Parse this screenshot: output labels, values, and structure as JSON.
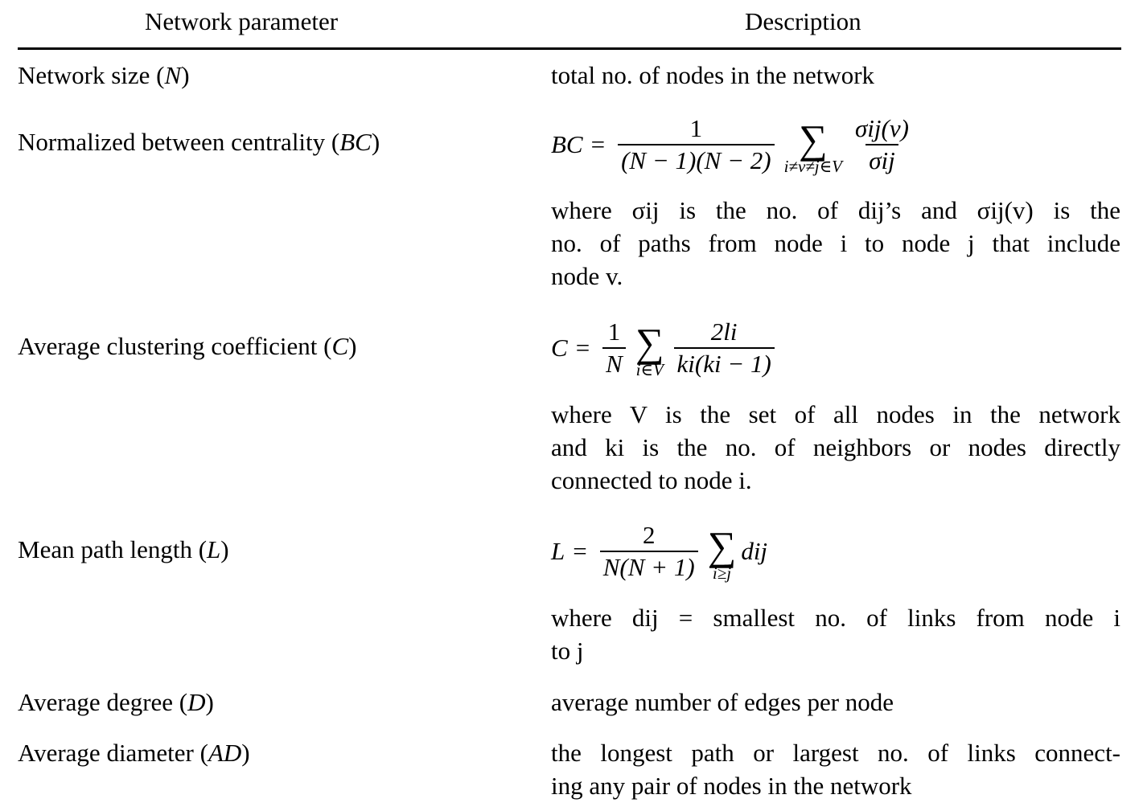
{
  "header": {
    "col1": "Network parameter",
    "col2": "Description"
  },
  "rows": {
    "size": {
      "name": "Network size (",
      "sym": "N",
      "close": ")",
      "desc": "total no. of nodes in the network"
    },
    "bc": {
      "name": "Normalized between centrality (",
      "sym": "BC",
      "close": ")",
      "lhs": "BC",
      "eq": "=",
      "num": "1",
      "den": "(N − 1)(N − 2)",
      "sum_lim": "i≠v≠j∈V",
      "sum": "∑",
      "fnum": "σij(v)",
      "fden": "σij",
      "where": [
        "where σij is the no. of dij’s and σij(v) is the",
        "no. of paths from node i to node j that include",
        "node v."
      ]
    },
    "cc": {
      "name": "Average clustering coefficient (",
      "sym": "C",
      "close": ")",
      "lhs": "C",
      "eq": "=",
      "num": "1",
      "den": "N",
      "sum_lim": "i∈V",
      "sum": "∑",
      "fnum": "2li",
      "fden": "ki(ki − 1)",
      "where": [
        "where V is the set of all nodes in the network",
        "and ki is the no. of neighbors or nodes directly",
        "connected to node i."
      ]
    },
    "mpl": {
      "name": "Mean path length (",
      "sym": "L",
      "close": ")",
      "lhs": "L",
      "eq": "=",
      "num": "2",
      "den": "N(N + 1)",
      "sum_lim": "i≥j",
      "sum": "∑",
      "term": "dij",
      "where": [
        "where dij = smallest no. of links from node i",
        "to j"
      ]
    },
    "deg": {
      "name": "Average degree (",
      "sym": "D",
      "close": ")",
      "desc": "average number of edges per node"
    },
    "diam": {
      "name": "Average diameter (",
      "sym": "AD",
      "close": ")",
      "desc": [
        "the longest path or largest no. of links connect-",
        "ing any pair of nodes in the network"
      ]
    }
  }
}
